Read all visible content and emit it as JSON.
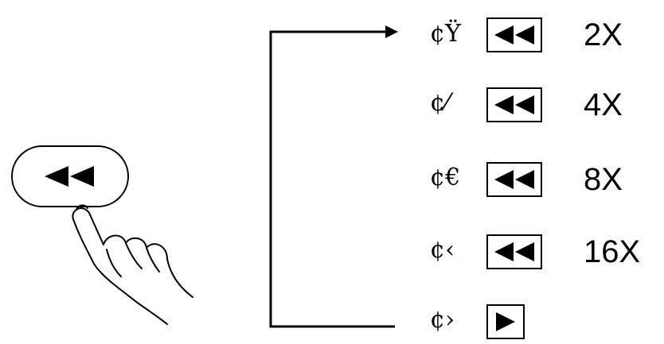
{
  "rows": [
    {
      "prefix": "¢Ÿ",
      "icon": "rewind-icon",
      "rate": "2X"
    },
    {
      "prefix": "¢⁄",
      "icon": "rewind-icon",
      "rate": "4X"
    },
    {
      "prefix": "¢€",
      "icon": "rewind-icon",
      "rate": "8X"
    },
    {
      "prefix": "¢‹",
      "icon": "rewind-icon",
      "rate": "16X"
    },
    {
      "prefix": "¢›",
      "icon": "play-icon",
      "rate": ""
    }
  ],
  "button": {
    "icon": "rewind-icon"
  },
  "colors": {
    "line": "#000000",
    "background": "#ffffff"
  }
}
